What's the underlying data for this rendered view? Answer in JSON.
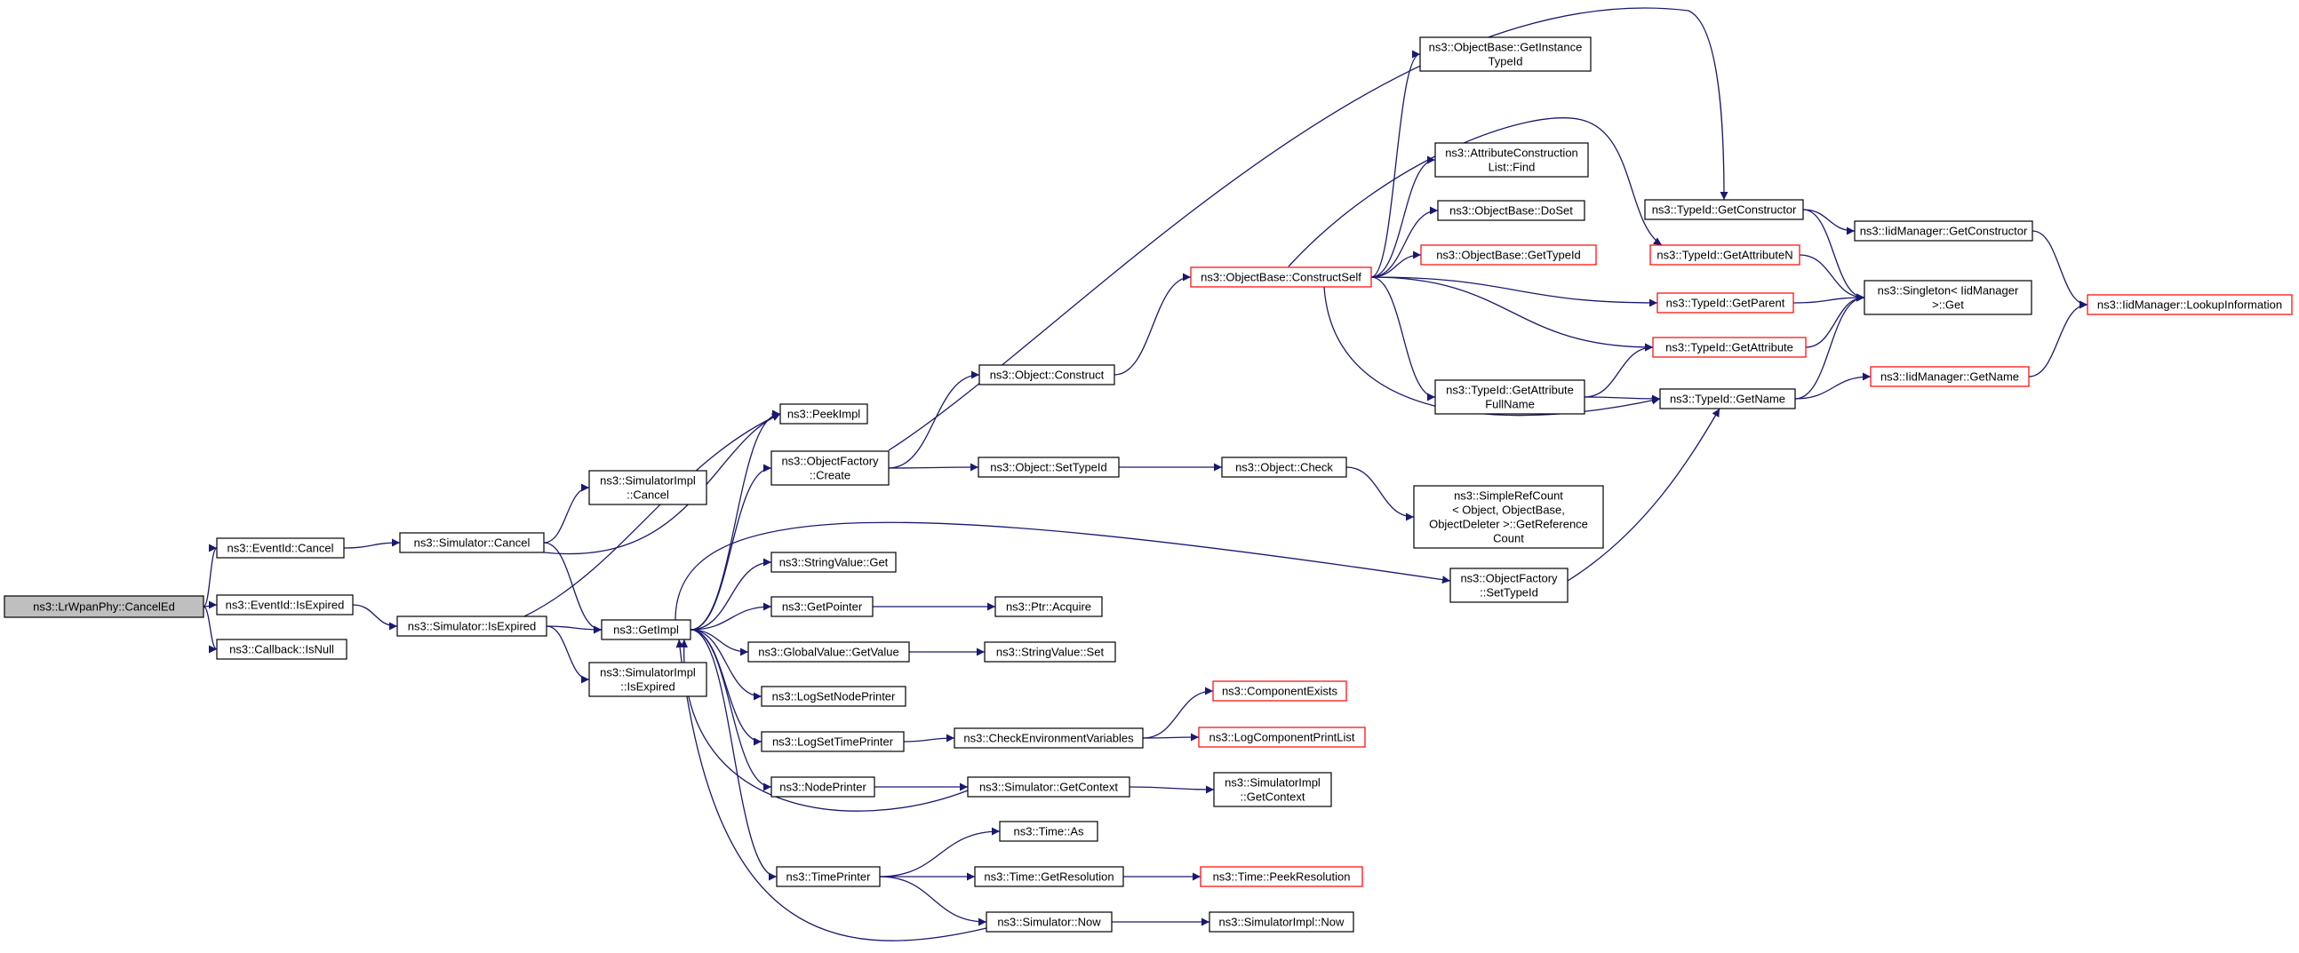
{
  "colors": {
    "edge": "#191970",
    "node_border": "#000000",
    "node_border_truncated": "#ff0000",
    "root_fill": "#bfbfbf",
    "node_fill": "#ffffff"
  },
  "nodes": [
    {
      "id": "root",
      "lines": [
        "ns3::LrWpanPhy::CancelEd"
      ],
      "kind": "root"
    },
    {
      "id": "ev_cancel",
      "lines": [
        "ns3::EventId::Cancel"
      ]
    },
    {
      "id": "ev_isexp",
      "lines": [
        "ns3::EventId::IsExpired"
      ]
    },
    {
      "id": "cb_isnull",
      "lines": [
        "ns3::Callback::IsNull"
      ]
    },
    {
      "id": "sim_cancel",
      "lines": [
        "ns3::Simulator::Cancel"
      ]
    },
    {
      "id": "sim_isexp",
      "lines": [
        "ns3::Simulator::IsExpired"
      ]
    },
    {
      "id": "simimpl_cancel",
      "lines": [
        "ns3::SimulatorImpl",
        "::Cancel"
      ]
    },
    {
      "id": "simimpl_isexp",
      "lines": [
        "ns3::SimulatorImpl",
        "::IsExpired"
      ]
    },
    {
      "id": "getimpl",
      "lines": [
        "ns3::GetImpl"
      ]
    },
    {
      "id": "peekimpl",
      "lines": [
        "ns3::PeekImpl"
      ]
    },
    {
      "id": "objfact_create",
      "lines": [
        "ns3::ObjectFactory",
        "::Create"
      ]
    },
    {
      "id": "strval_get",
      "lines": [
        "ns3::StringValue::Get"
      ]
    },
    {
      "id": "getpointer",
      "lines": [
        "ns3::GetPointer"
      ]
    },
    {
      "id": "gv_getvalue",
      "lines": [
        "ns3::GlobalValue::GetValue"
      ]
    },
    {
      "id": "lognode",
      "lines": [
        "ns3::LogSetNodePrinter"
      ]
    },
    {
      "id": "logtime",
      "lines": [
        "ns3::LogSetTimePrinter"
      ]
    },
    {
      "id": "nodeprinter",
      "lines": [
        "ns3::NodePrinter"
      ]
    },
    {
      "id": "timeprinter",
      "lines": [
        "ns3::TimePrinter"
      ]
    },
    {
      "id": "obj_construct",
      "lines": [
        "ns3::Object::Construct"
      ]
    },
    {
      "id": "obj_settypeid",
      "lines": [
        "ns3::Object::SetTypeId"
      ]
    },
    {
      "id": "ptr_acquire",
      "lines": [
        "ns3::Ptr::Acquire"
      ]
    },
    {
      "id": "strval_set",
      "lines": [
        "ns3::StringValue::Set"
      ]
    },
    {
      "id": "checkenv",
      "lines": [
        "ns3::CheckEnvironmentVariables"
      ]
    },
    {
      "id": "sim_getctx",
      "lines": [
        "ns3::Simulator::GetContext"
      ]
    },
    {
      "id": "time_as",
      "lines": [
        "ns3::Time::As"
      ]
    },
    {
      "id": "time_getres",
      "lines": [
        "ns3::Time::GetResolution"
      ]
    },
    {
      "id": "sim_now",
      "lines": [
        "ns3::Simulator::Now"
      ]
    },
    {
      "id": "obj_check",
      "lines": [
        "ns3::Object::Check"
      ]
    },
    {
      "id": "objbase_cs",
      "lines": [
        "ns3::ObjectBase::ConstructSelf"
      ],
      "kind": "truncated"
    },
    {
      "id": "objbase_git",
      "lines": [
        "ns3::ObjectBase::GetInstance",
        "TypeId"
      ]
    },
    {
      "id": "acl_find",
      "lines": [
        "ns3::AttributeConstruction",
        "List::Find"
      ]
    },
    {
      "id": "objbase_doset",
      "lines": [
        "ns3::ObjectBase::DoSet"
      ]
    },
    {
      "id": "objbase_gettid",
      "lines": [
        "ns3::ObjectBase::GetTypeId"
      ],
      "kind": "truncated"
    },
    {
      "id": "tid_getattrfull",
      "lines": [
        "ns3::TypeId::GetAttribute",
        "FullName"
      ]
    },
    {
      "id": "srefcount",
      "lines": [
        "ns3::SimpleRefCount",
        "< Object, ObjectBase,",
        " ObjectDeleter >::GetReference",
        "Count"
      ]
    },
    {
      "id": "objfact_settid",
      "lines": [
        "ns3::ObjectFactory",
        "::SetTypeId"
      ]
    },
    {
      "id": "compexists",
      "lines": [
        "ns3::ComponentExists"
      ],
      "kind": "truncated"
    },
    {
      "id": "logcomp",
      "lines": [
        "ns3::LogComponentPrintList"
      ],
      "kind": "truncated"
    },
    {
      "id": "simimpl_getctx",
      "lines": [
        "ns3::SimulatorImpl",
        "::GetContext"
      ]
    },
    {
      "id": "time_peekres",
      "lines": [
        "ns3::Time::PeekResolution"
      ],
      "kind": "truncated"
    },
    {
      "id": "simimpl_now",
      "lines": [
        "ns3::SimulatorImpl::Now"
      ]
    },
    {
      "id": "tid_getctor",
      "lines": [
        "ns3::TypeId::GetConstructor"
      ]
    },
    {
      "id": "tid_getattrn",
      "lines": [
        "ns3::TypeId::GetAttributeN"
      ],
      "kind": "truncated"
    },
    {
      "id": "tid_getparent",
      "lines": [
        "ns3::TypeId::GetParent"
      ],
      "kind": "truncated"
    },
    {
      "id": "tid_getattr",
      "lines": [
        "ns3::TypeId::GetAttribute"
      ],
      "kind": "truncated"
    },
    {
      "id": "tid_getname",
      "lines": [
        "ns3::TypeId::GetName"
      ]
    },
    {
      "id": "iid_getctor",
      "lines": [
        "ns3::IidManager::GetConstructor"
      ]
    },
    {
      "id": "singleton",
      "lines": [
        "ns3::Singleton< IidManager",
        " >::Get"
      ]
    },
    {
      "id": "iid_getname",
      "lines": [
        "ns3::IidManager::GetName"
      ],
      "kind": "truncated"
    },
    {
      "id": "iid_lookup",
      "lines": [
        "ns3::IidManager::LookupInformation"
      ],
      "kind": "truncated"
    }
  ],
  "edges": [
    [
      "root",
      "ev_cancel"
    ],
    [
      "root",
      "ev_isexp"
    ],
    [
      "root",
      "cb_isnull"
    ],
    [
      "ev_cancel",
      "sim_cancel"
    ],
    [
      "ev_isexp",
      "sim_isexp"
    ],
    [
      "sim_cancel",
      "simimpl_cancel"
    ],
    [
      "sim_cancel",
      "getimpl"
    ],
    [
      "sim_cancel",
      "peekimpl"
    ],
    [
      "sim_isexp",
      "getimpl"
    ],
    [
      "sim_isexp",
      "simimpl_isexp"
    ],
    [
      "sim_isexp",
      "peekimpl"
    ],
    [
      "getimpl",
      "peekimpl"
    ],
    [
      "getimpl",
      "objfact_create"
    ],
    [
      "getimpl",
      "strval_get"
    ],
    [
      "getimpl",
      "getpointer"
    ],
    [
      "getimpl",
      "gv_getvalue"
    ],
    [
      "getimpl",
      "lognode"
    ],
    [
      "getimpl",
      "logtime"
    ],
    [
      "getimpl",
      "nodeprinter"
    ],
    [
      "getimpl",
      "timeprinter"
    ],
    [
      "getimpl",
      "objfact_settid"
    ],
    [
      "objfact_create",
      "obj_construct"
    ],
    [
      "objfact_create",
      "obj_settypeid"
    ],
    [
      "objfact_create",
      "tid_getctor"
    ],
    [
      "obj_construct",
      "objbase_cs"
    ],
    [
      "obj_settypeid",
      "obj_check"
    ],
    [
      "obj_check",
      "srefcount"
    ],
    [
      "getpointer",
      "ptr_acquire"
    ],
    [
      "gv_getvalue",
      "strval_set"
    ],
    [
      "logtime",
      "checkenv"
    ],
    [
      "checkenv",
      "compexists"
    ],
    [
      "checkenv",
      "logcomp"
    ],
    [
      "nodeprinter",
      "sim_getctx"
    ],
    [
      "sim_getctx",
      "simimpl_getctx"
    ],
    [
      "sim_getctx",
      "getimpl"
    ],
    [
      "timeprinter",
      "time_as"
    ],
    [
      "timeprinter",
      "time_getres"
    ],
    [
      "timeprinter",
      "sim_now"
    ],
    [
      "time_getres",
      "time_peekres"
    ],
    [
      "sim_now",
      "simimpl_now"
    ],
    [
      "sim_now",
      "getimpl"
    ],
    [
      "objbase_cs",
      "objbase_git"
    ],
    [
      "objbase_cs",
      "acl_find"
    ],
    [
      "objbase_cs",
      "objbase_doset"
    ],
    [
      "objbase_cs",
      "objbase_gettid"
    ],
    [
      "objbase_cs",
      "tid_getattrn"
    ],
    [
      "objbase_cs",
      "tid_getparent"
    ],
    [
      "objbase_cs",
      "tid_getattr"
    ],
    [
      "objbase_cs",
      "tid_getattrfull"
    ],
    [
      "objbase_cs",
      "tid_getname"
    ],
    [
      "tid_getattrfull",
      "tid_getattr"
    ],
    [
      "tid_getattrfull",
      "tid_getname"
    ],
    [
      "objfact_settid",
      "tid_getname"
    ],
    [
      "tid_getctor",
      "iid_getctor"
    ],
    [
      "tid_getctor",
      "singleton"
    ],
    [
      "tid_getattrn",
      "singleton"
    ],
    [
      "tid_getparent",
      "singleton"
    ],
    [
      "tid_getattr",
      "singleton"
    ],
    [
      "tid_getname",
      "singleton"
    ],
    [
      "tid_getname",
      "iid_getname"
    ],
    [
      "iid_getctor",
      "iid_lookup"
    ],
    [
      "iid_getname",
      "iid_lookup"
    ]
  ]
}
